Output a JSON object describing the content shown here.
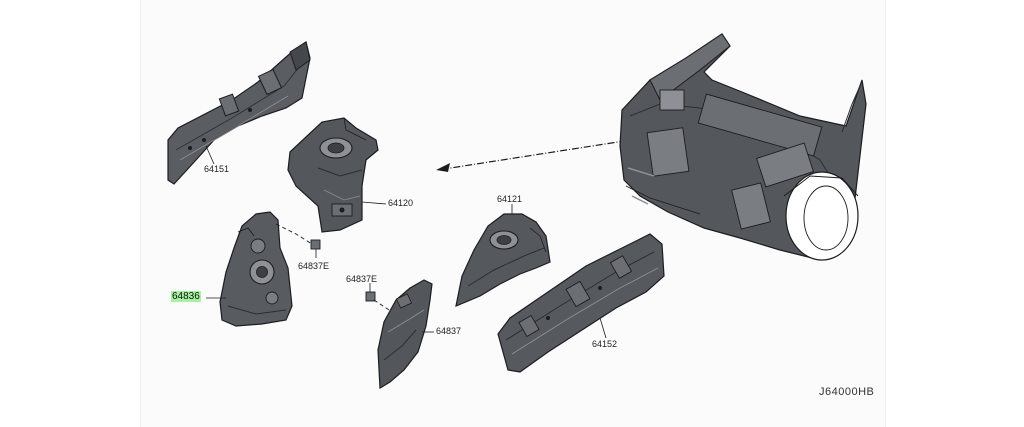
{
  "diagram": {
    "labels": {
      "p64151": "64151",
      "p64120": "64120",
      "p64121": "64121",
      "p64837e_a": "64837E",
      "p64837e_b": "64837E",
      "p64836": "64836",
      "p64837": "64837",
      "p64152": "64152"
    },
    "diagram_code": "J64000HB",
    "highlighted_part": "64836",
    "colors": {
      "part_fill": "#56595e",
      "part_dark": "#3c3f44",
      "part_light": "#8d9096",
      "line": "#1c1d20",
      "highlight": "#a6f2a0",
      "paper": "#fbfbfb"
    }
  }
}
